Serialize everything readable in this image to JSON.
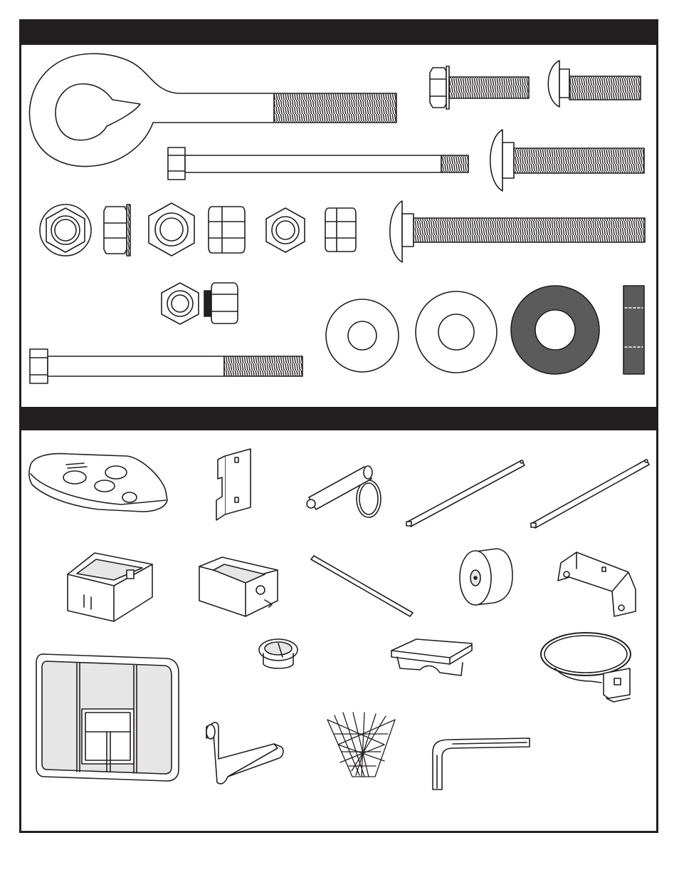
{
  "hardware_section": {
    "header_label": "",
    "parts": [
      {
        "id": "eye-bolt"
      },
      {
        "id": "flange-bolt-short"
      },
      {
        "id": "carriage-bolt-short"
      },
      {
        "id": "long-thin-bolt"
      },
      {
        "id": "carriage-bolt-medium"
      },
      {
        "id": "flange-nut-large"
      },
      {
        "id": "nylon-lock-nut-large"
      },
      {
        "id": "nylon-lock-nut-small"
      },
      {
        "id": "carriage-bolt-long"
      },
      {
        "id": "lock-nut-with-band"
      },
      {
        "id": "hex-bolt-long"
      },
      {
        "id": "flat-washer-small"
      },
      {
        "id": "flat-washer-medium"
      },
      {
        "id": "rubber-washer"
      },
      {
        "id": "spacer-strip"
      }
    ]
  },
  "components_section": {
    "header_label": "",
    "parts": [
      {
        "id": "base"
      },
      {
        "id": "bracket-plate"
      },
      {
        "id": "pull-pin"
      },
      {
        "id": "brace-strap-1"
      },
      {
        "id": "brace-strap-2"
      },
      {
        "id": "pole-collar"
      },
      {
        "id": "pole-sleeve"
      },
      {
        "id": "rod"
      },
      {
        "id": "wheel"
      },
      {
        "id": "rim-bracket"
      },
      {
        "id": "cap-small"
      },
      {
        "id": "pole-cap"
      },
      {
        "id": "rim"
      },
      {
        "id": "backboard"
      },
      {
        "id": "crank-handle"
      },
      {
        "id": "net"
      },
      {
        "id": "allen-wrench"
      }
    ]
  },
  "colors": {
    "ink": "#231f20",
    "rubber": "#5b5b5b",
    "fill": "#ffffff",
    "shade": "#e6e6e6"
  }
}
